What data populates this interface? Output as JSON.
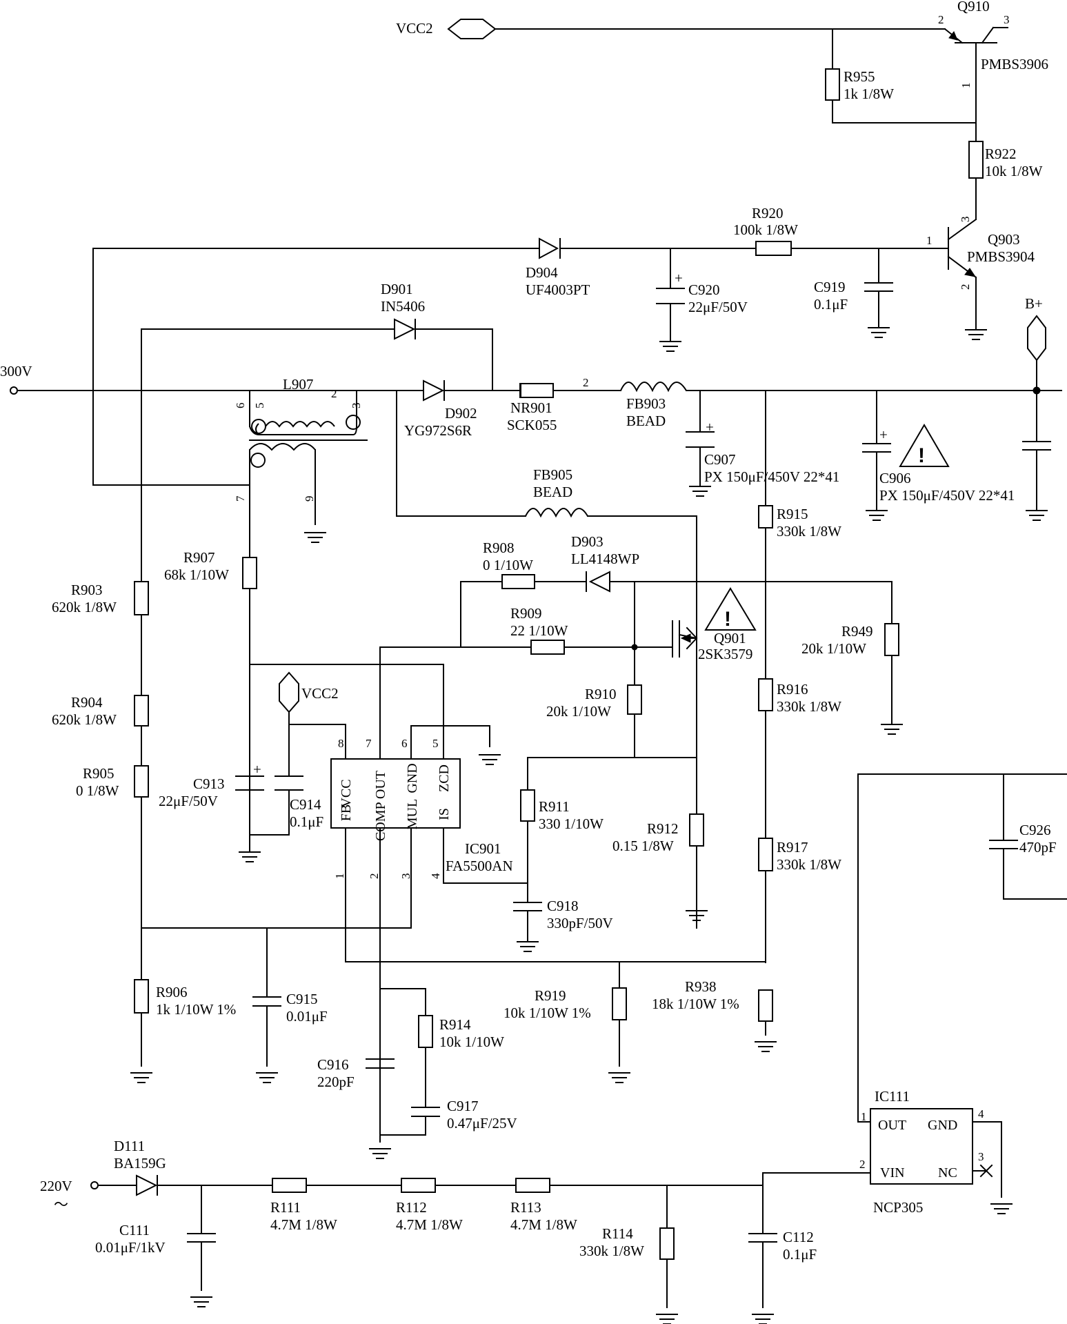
{
  "nets": {
    "vcc2_top": "VCC2",
    "vcc2_mid": "VCC2",
    "v300": "300V",
    "bplus": "B+",
    "v220": "220V",
    "ac": "～"
  },
  "parts": {
    "q910": {
      "ref": "Q910",
      "value": "PMBS3906",
      "p1": "1",
      "p2": "2",
      "p3": "3"
    },
    "q903": {
      "ref": "Q903",
      "value": "PMBS3904",
      "p1": "1",
      "p2": "2",
      "p3": "3"
    },
    "q901": {
      "ref": "Q901",
      "value": "2SK3579"
    },
    "r955": {
      "ref": "R955",
      "value": "1k 1/8W"
    },
    "r922": {
      "ref": "R922",
      "value": "10k 1/8W"
    },
    "r920": {
      "ref": "R920",
      "value": "100k 1/8W"
    },
    "d904": {
      "ref": "D904",
      "value": "UF4003PT"
    },
    "c920": {
      "ref": "C920",
      "value": "22μF/50V"
    },
    "c919": {
      "ref": "C919",
      "value": "0.1μF"
    },
    "d901": {
      "ref": "D901",
      "value": "IN5406"
    },
    "l907": {
      "ref": "L907",
      "p2": "2",
      "p3": "3",
      "p5": "5",
      "p6": "6",
      "p7": "7",
      "p9": "9"
    },
    "d902": {
      "ref": "D902",
      "value": "YG972S6R"
    },
    "nr901": {
      "ref": "NR901",
      "value": "SCK055",
      "node": "2"
    },
    "fb903": {
      "ref": "FB903",
      "value": "BEAD"
    },
    "c907": {
      "ref": "C907",
      "value": "PX 150μF/450V 22*41"
    },
    "c906": {
      "ref": "C906",
      "value": "PX 150μF/450V 22*41"
    },
    "fb905": {
      "ref": "FB905",
      "value": "BEAD"
    },
    "r915": {
      "ref": "R915",
      "value": "330k 1/8W"
    },
    "r907": {
      "ref": "R907",
      "value": "68k 1/10W"
    },
    "r908": {
      "ref": "R908",
      "value": "0 1/10W"
    },
    "d903": {
      "ref": "D903",
      "value": "LL4148WP"
    },
    "r909": {
      "ref": "R909",
      "value": "22 1/10W"
    },
    "r949": {
      "ref": "R949",
      "value": "20k 1/10W"
    },
    "r903": {
      "ref": "R903",
      "value": "620k 1/8W"
    },
    "r904": {
      "ref": "R904",
      "value": "620k 1/8W"
    },
    "r905": {
      "ref": "R905",
      "value": "0 1/8W"
    },
    "r910": {
      "ref": "R910",
      "value": "20k 1/10W"
    },
    "r916": {
      "ref": "R916",
      "value": "330k 1/8W"
    },
    "c913": {
      "ref": "C913",
      "value": "22μF/50V"
    },
    "c914": {
      "ref": "C914",
      "value": "0.1μF"
    },
    "r911": {
      "ref": "R911",
      "value": "330 1/10W"
    },
    "r912": {
      "ref": "R912",
      "value": "0.15 1/8W"
    },
    "r917": {
      "ref": "R917",
      "value": "330k 1/8W"
    },
    "c926": {
      "ref": "C926",
      "value": "470pF"
    },
    "c918": {
      "ref": "C918",
      "value": "330pF/50V"
    },
    "r906": {
      "ref": "R906",
      "value": "1k 1/10W 1%"
    },
    "c915": {
      "ref": "C915",
      "value": "0.01μF"
    },
    "r919": {
      "ref": "R919",
      "value": "10k 1/10W 1%"
    },
    "r938": {
      "ref": "R938",
      "value": "18k 1/10W 1%"
    },
    "r914": {
      "ref": "R914",
      "value": "10k 1/10W"
    },
    "c916": {
      "ref": "C916",
      "value": "220pF"
    },
    "c917": {
      "ref": "C917",
      "value": "0.47μF/25V"
    },
    "d111": {
      "ref": "D111",
      "value": "BA159G"
    },
    "c111": {
      "ref": "C111",
      "value": "0.01μF/1kV"
    },
    "r111": {
      "ref": "R111",
      "value": "4.7M 1/8W"
    },
    "r112": {
      "ref": "R112",
      "value": "4.7M 1/8W"
    },
    "r113": {
      "ref": "R113",
      "value": "4.7M 1/8W"
    },
    "r114": {
      "ref": "R114",
      "value": "330k 1/8W"
    },
    "c112": {
      "ref": "C112",
      "value": "0.1μF"
    }
  },
  "ic901": {
    "ref": "IC901",
    "value": "FA5500AN",
    "pins_top": [
      "8",
      "7",
      "6",
      "5"
    ],
    "pins_bottom": [
      "1",
      "2",
      "3",
      "4"
    ],
    "names_top": [
      "VCC",
      "COMP OUT",
      "GND",
      "ZCD"
    ],
    "names_bottom": [
      "FB",
      "COMP",
      "MUL",
      "IS"
    ]
  },
  "ic111": {
    "ref": "IC111",
    "value": "NCP305",
    "out": "OUT",
    "gnd": "GND",
    "vin": "VIN",
    "nc": "NC",
    "p1": "1",
    "p2": "2",
    "p3": "3",
    "p4": "4"
  },
  "symbols": {
    "warning": "!",
    "plus": "+"
  }
}
